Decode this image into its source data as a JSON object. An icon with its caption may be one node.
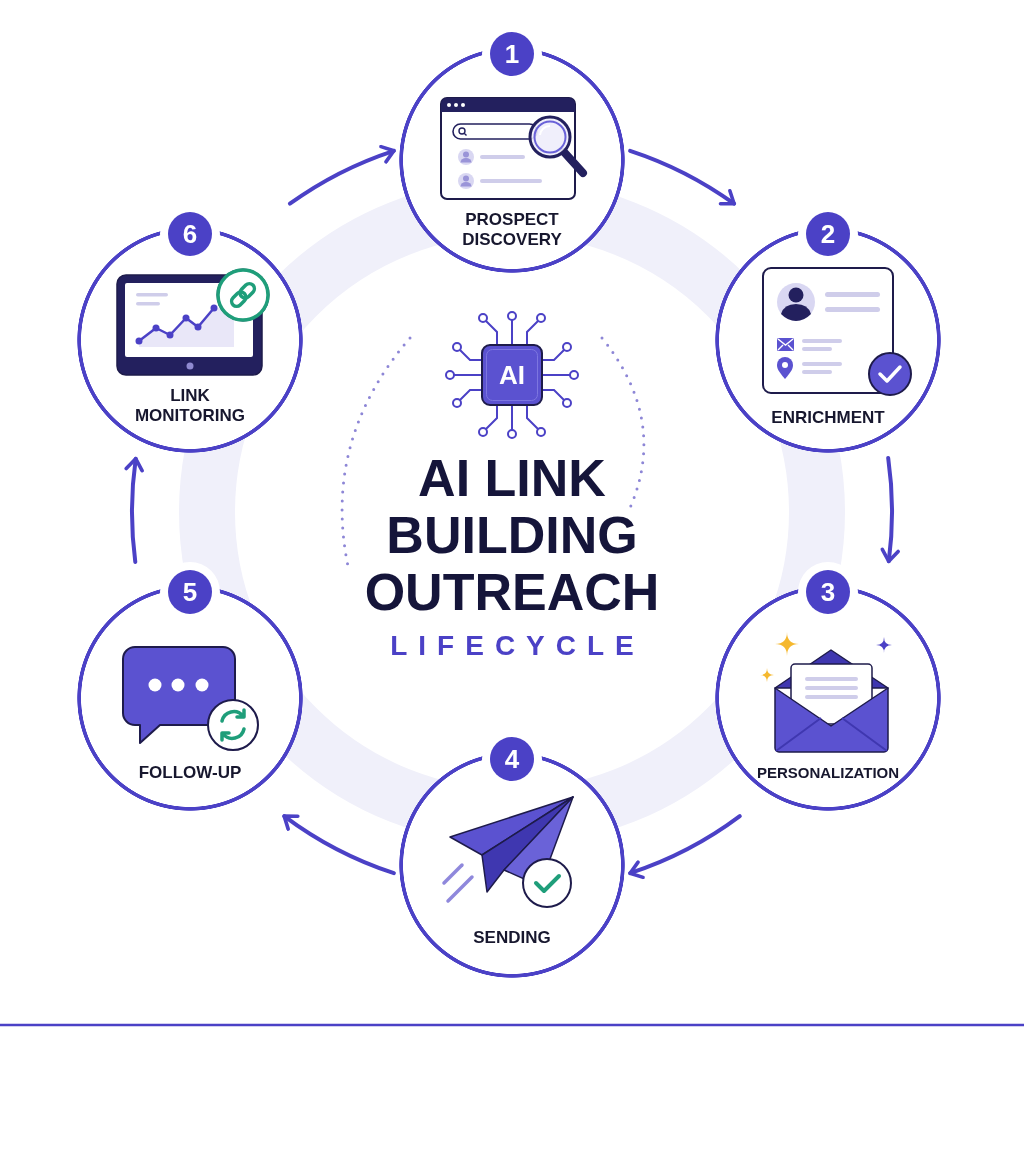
{
  "diagram": {
    "title": "AI LINK BUILDING OUTREACH",
    "nodes": [
      {
        "text": [
          "1",
          "PROSPECT DISCOVERY"
        ]
      },
      {
        "text": [
          "2",
          "ENRICHMENT"
        ]
      },
      {
        "text": [
          "3",
          "PERSONALIZATION"
        ]
      },
      {
        "text": [
          "4",
          "SENDING"
        ]
      },
      {
        "text": [
          "5",
          "FOLLOW-UP"
        ]
      },
      {
        "text": [
          "6",
          "LINK MONITORING"
        ]
      }
    ],
    "edges": [
      {
        "from": 0,
        "to": 1,
        "arrow": "to"
      },
      {
        "from": 1,
        "to": 2,
        "arrow": "to"
      },
      {
        "from": 2,
        "to": 3,
        "arrow": "to"
      },
      {
        "from": 3,
        "to": 4,
        "arrow": "to"
      },
      {
        "from": 4,
        "to": 5,
        "arrow": "to"
      },
      {
        "from": 5,
        "to": 0,
        "arrow": "to"
      }
    ],
    "labels": [
      "AI",
      "LIFECYCLE"
    ]
  }
}
